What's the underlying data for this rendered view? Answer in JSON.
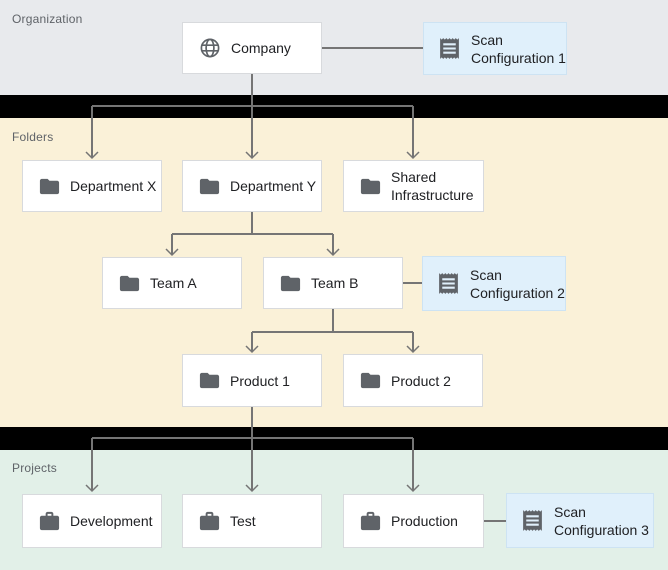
{
  "sections": {
    "organization": {
      "label": "Organization",
      "bg": "#E8EAED"
    },
    "folders": {
      "label": "Folders",
      "bg": "#FAF1D8"
    },
    "projects": {
      "label": "Projects",
      "bg": "#E2F0E8"
    }
  },
  "nodes": {
    "company": {
      "label": "Company",
      "icon": "globe-icon",
      "section": "organization"
    },
    "department_x": {
      "label": "Department X",
      "icon": "folder-icon",
      "section": "folders"
    },
    "department_y": {
      "label": "Department Y",
      "icon": "folder-icon",
      "section": "folders"
    },
    "shared_infrastructure": {
      "label": "Shared\nInfrastructure",
      "icon": "folder-icon",
      "section": "folders"
    },
    "team_a": {
      "label": "Team A",
      "icon": "folder-icon",
      "section": "folders"
    },
    "team_b": {
      "label": "Team B",
      "icon": "folder-icon",
      "section": "folders"
    },
    "product_1": {
      "label": "Product 1",
      "icon": "folder-icon",
      "section": "folders"
    },
    "product_2": {
      "label": "Product 2",
      "icon": "folder-icon",
      "section": "folders"
    },
    "development": {
      "label": "Development",
      "icon": "briefcase-icon",
      "section": "projects"
    },
    "test": {
      "label": "Test",
      "icon": "briefcase-icon",
      "section": "projects"
    },
    "production": {
      "label": "Production",
      "icon": "briefcase-icon",
      "section": "projects"
    }
  },
  "scan_configs": {
    "scan_config_1": {
      "label": "Scan\nConfiguration 1",
      "icon": "receipt-icon",
      "attached_to": "Company"
    },
    "scan_config_2": {
      "label": "Scan\nConfiguration 2",
      "icon": "receipt-icon",
      "attached_to": "Team B"
    },
    "scan_config_3": {
      "label": "Scan\nConfiguration 3",
      "icon": "receipt-icon",
      "attached_to": "Production"
    }
  },
  "hierarchy": [
    {
      "parent": "Company",
      "children": [
        "Department X",
        "Department Y",
        "Shared Infrastructure"
      ]
    },
    {
      "parent": "Department Y",
      "children": [
        "Team A",
        "Team B"
      ]
    },
    {
      "parent": "Team B",
      "children": [
        "Product 1",
        "Product 2"
      ]
    },
    {
      "parent": "Product 1",
      "children": [
        "Development",
        "Test",
        "Production"
      ]
    }
  ],
  "colors": {
    "organization_bg": "#E8EAED",
    "folders_bg": "#FAF1D8",
    "projects_bg": "#E2F0E8",
    "divider_bar": "#000000",
    "node_bg": "#FFFFFF",
    "node_border": "#D8DADD",
    "scan_config_bg": "#E0F0FB",
    "scan_config_border": "#CDE3F3",
    "connector_line": "#757575",
    "icon_color": "#5F6368",
    "node_text": "#202124",
    "section_label_text": "#5F6368"
  }
}
